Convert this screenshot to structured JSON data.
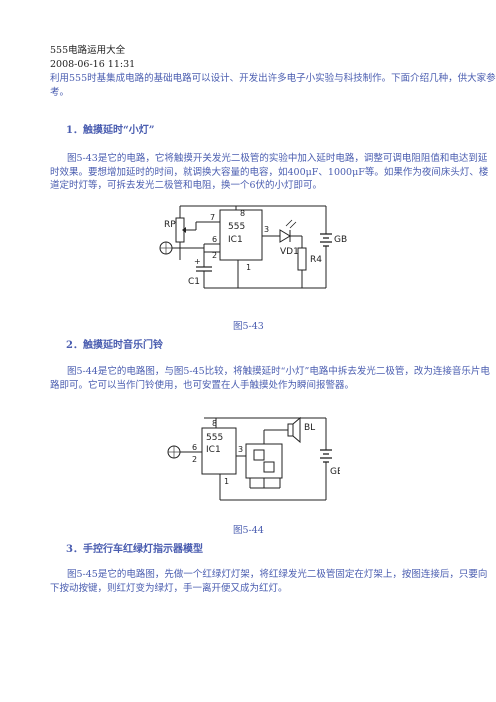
{
  "header": {
    "title": "555电路运用大全",
    "date": "2008-06-16 11:31"
  },
  "intro": "利用555时基集成电路的基础电路可以设计、开发出许多电子小实验与科技制作。下面介绍几种，供大家参考。",
  "sections": [
    {
      "heading": "1．触摸延时“小灯”",
      "text": "图5-43是它的电路，它将触摸开关发光二极管的实验中加入延时电路，调整可调电阻阻值和电达到延时效果。要想增加延时的时间，就调换大容量的电容，如400μF、1000μF等。如果作为夜间床头灯、楼道定时灯等，可拆去发光二极管和电阻，换一个6伏的小灯即可。",
      "figure_caption": "图5-43",
      "figure_labels": {
        "rp": "RP",
        "ic_name": "555",
        "ic_ref": "IC1",
        "pin8": "8",
        "pin7": "7",
        "pin6": "6",
        "pin2": "2",
        "pin3": "3",
        "pin1": "1",
        "c1": "C1",
        "plus": "+",
        "vd": "VD1",
        "r4": "R4",
        "gb": "GB"
      }
    },
    {
      "heading": "2．触摸延时音乐门铃",
      "text": "图5-44是它的电路图，与图5-45比较，将触摸延时“小灯”电路中拆去发光二极管，改为连接音乐片电路即可。它可以当作门铃使用，也可安置在人手触摸处作为瞬间报警器。",
      "figure_caption": "图5-44",
      "figure_labels": {
        "ic_name": "555",
        "ic_ref": "IC1",
        "pin8": "8",
        "pin6": "6",
        "pin2": "2",
        "pin3": "3",
        "pin1": "1",
        "bl": "BL",
        "gb": "GB"
      }
    },
    {
      "heading": "3．手控行车红绿灯指示器模型",
      "text": "图5-45是它的电路图，先做一个红绿灯灯架，将红绿发光二极管固定在灯架上，按图连接后，只要向下按动按键，则红灯变为绿灯，手一离开便又成为红灯。"
    }
  ]
}
